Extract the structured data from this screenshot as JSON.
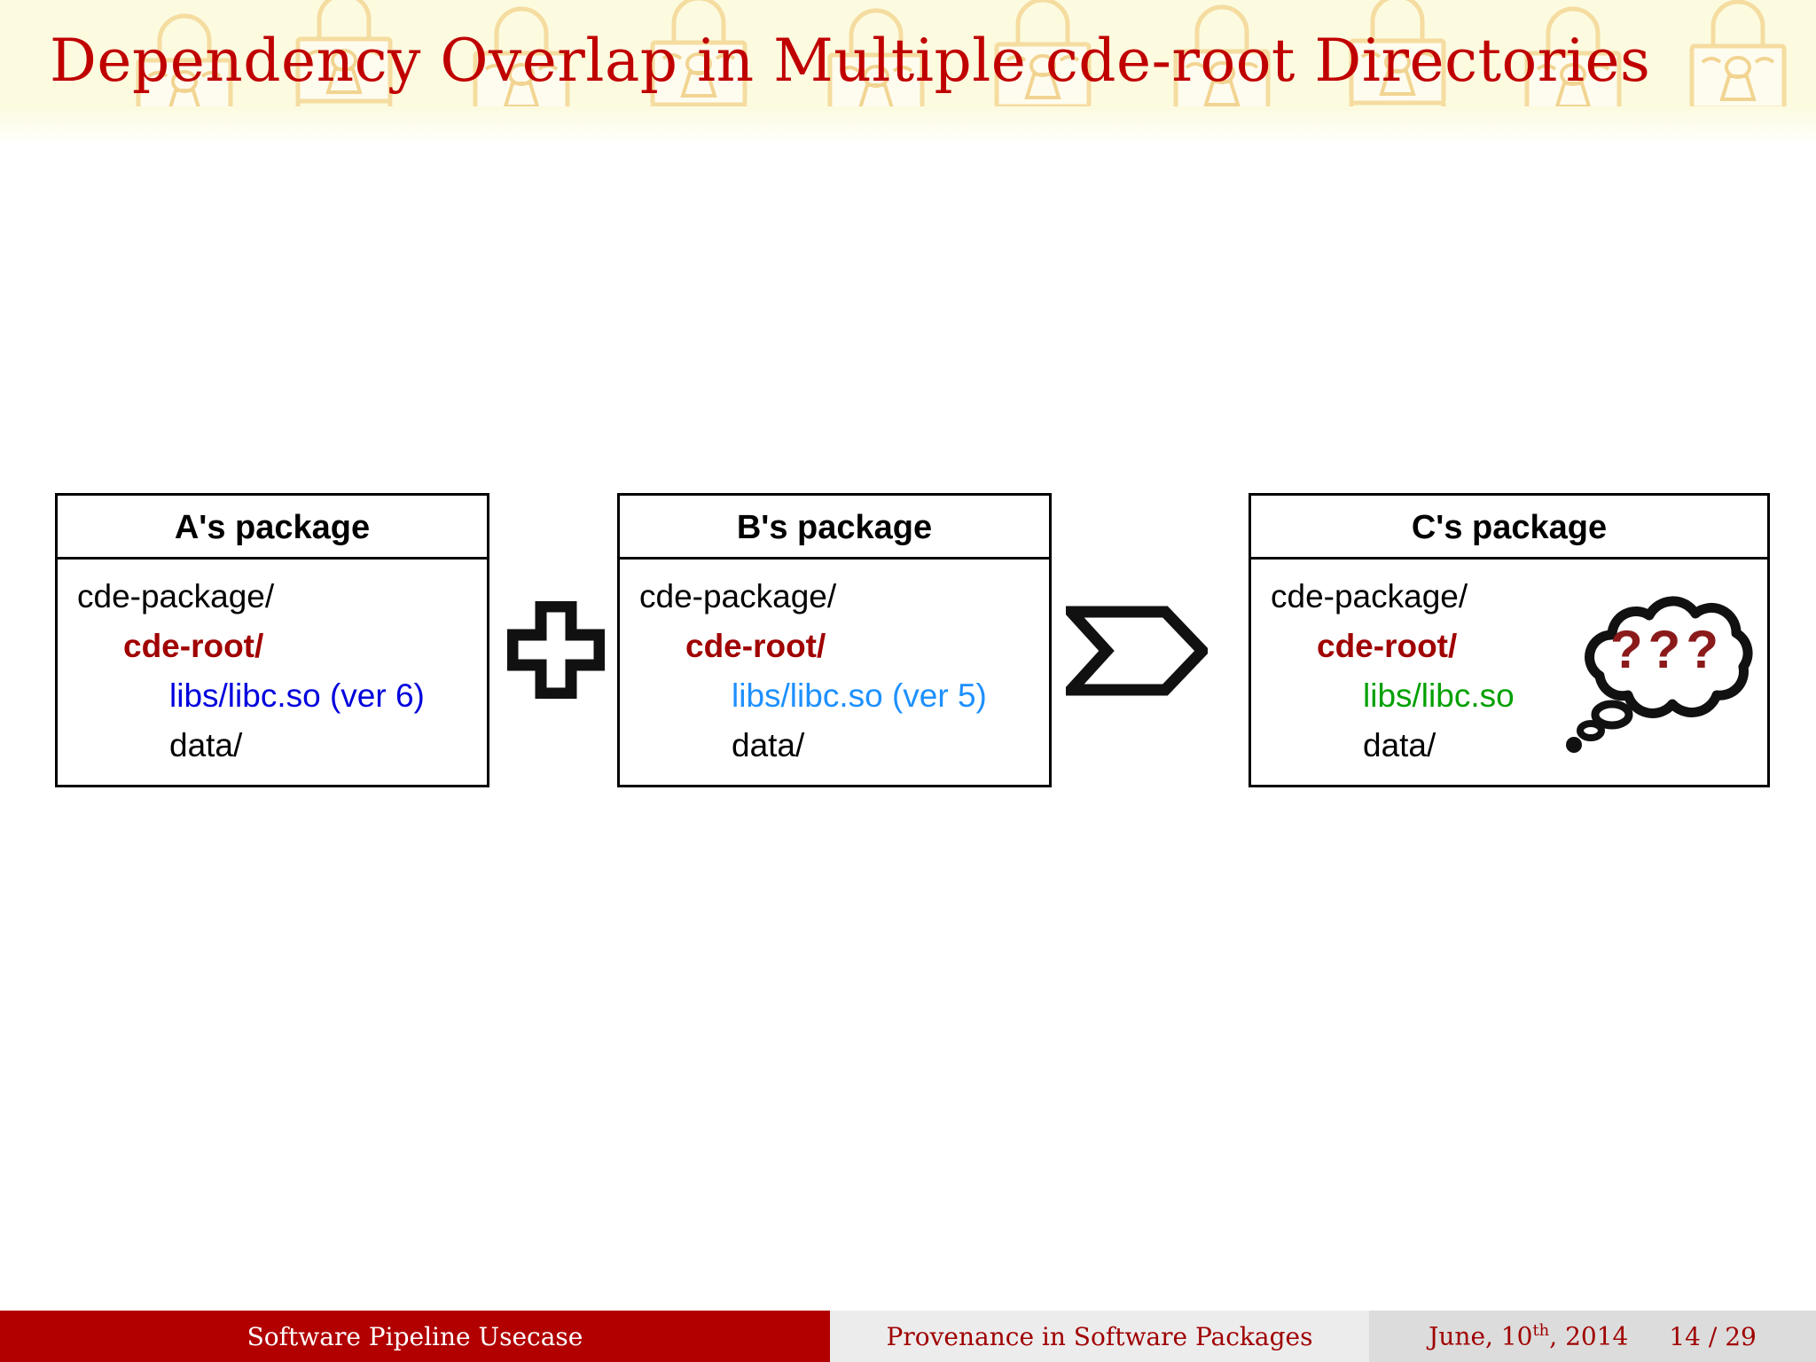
{
  "slide": {
    "title": "Dependency Overlap in Multiple cde-root Directories",
    "title_color": "#c00000",
    "header_bg": "#fcfbe0",
    "header_pattern_icon": "padlock-icon"
  },
  "diagram": {
    "type": "block-flow",
    "boxes": [
      {
        "id": "a",
        "title": "A's package",
        "lines": [
          {
            "text": "cde-package/",
            "indent": 0,
            "style": "plain",
            "color": "#000000"
          },
          {
            "text": "cde-root/",
            "indent": 1,
            "style": "bold",
            "color": "#a00000"
          },
          {
            "text": "libs/libc.so (ver 6)",
            "indent": 2,
            "style": "plain",
            "color": "#0000dd"
          },
          {
            "text": "data/",
            "indent": 2,
            "style": "plain",
            "color": "#000000"
          }
        ]
      },
      {
        "id": "b",
        "title": "B's package",
        "lines": [
          {
            "text": "cde-package/",
            "indent": 0,
            "style": "plain",
            "color": "#000000"
          },
          {
            "text": "cde-root/",
            "indent": 1,
            "style": "bold",
            "color": "#a00000"
          },
          {
            "text": "libs/libc.so (ver 5)",
            "indent": 2,
            "style": "plain",
            "color": "#1e90ff"
          },
          {
            "text": "data/",
            "indent": 2,
            "style": "plain",
            "color": "#000000"
          }
        ]
      },
      {
        "id": "c",
        "title": "C's package",
        "lines": [
          {
            "text": "cde-package/",
            "indent": 0,
            "style": "plain",
            "color": "#000000"
          },
          {
            "text": "cde-root/",
            "indent": 1,
            "style": "bold",
            "color": "#a00000"
          },
          {
            "text": "libs/libc.so",
            "indent": 2,
            "style": "plain",
            "color": "#00a000"
          },
          {
            "text": "data/",
            "indent": 2,
            "style": "plain",
            "color": "#000000"
          }
        ]
      }
    ],
    "connectors": [
      {
        "name": "plus-sign",
        "glyph": "+",
        "between": [
          "a",
          "b"
        ]
      },
      {
        "name": "flow-arrow",
        "glyph": "⇒",
        "between": [
          "b",
          "c"
        ]
      }
    ],
    "annotation": {
      "name": "thought-bubble",
      "text": "???",
      "color": "#8b1a1a"
    }
  },
  "footer": {
    "left": "Software Pipeline Usecase",
    "middle": "Provenance in Software Packages",
    "date_prefix": "June, 10",
    "date_sup": "th",
    "date_suffix": ", 2014",
    "page": "14 / 29",
    "left_bg": "#b20000",
    "middle_bg": "#ececed",
    "right_bg": "#dcdcdc",
    "text_color": "#a00000"
  }
}
